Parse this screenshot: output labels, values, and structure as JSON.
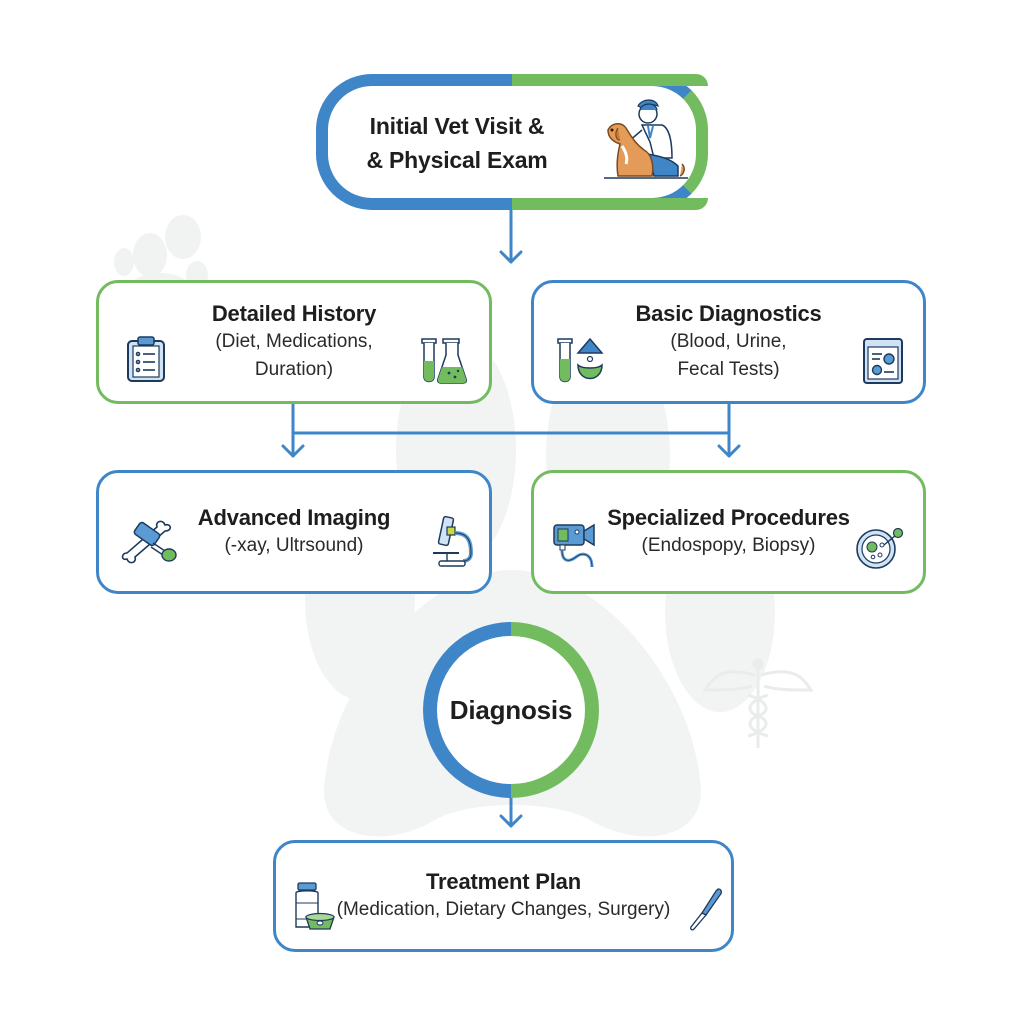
{
  "colors": {
    "blue": "#3f86c8",
    "green": "#72bb5f",
    "watermark": "#f1f2f2",
    "dog": "#e49b5a"
  },
  "background": {
    "paw_watermarks": [
      "paw-print-small",
      "paw-print-large"
    ],
    "caduceus": "caduceus-watermark"
  },
  "nodes": {
    "start": {
      "title_line1": "Initial Vet Visit &",
      "title_line2": "& Physical Exam",
      "icon": "vet-with-dog-icon"
    },
    "history": {
      "title": "Detailed History",
      "sub_line1": "(Diet, Medications,",
      "sub_line2": "Duration)",
      "icons": [
        "clipboard-icon",
        "test-tube-flask-icon"
      ]
    },
    "basic": {
      "title": "Basic Diagnostics",
      "sub_line1": "(Blood, Urine,",
      "sub_line2": "Fecal Tests)",
      "icons": [
        "tube-drop-sample-icon",
        "lab-report-icon"
      ]
    },
    "imaging": {
      "title": "Advanced Imaging",
      "sub": "(-xay, Ultrsound)",
      "icons": [
        "bone-xray-icon",
        "microscope-icon"
      ]
    },
    "special": {
      "title": "Specialized Procedures",
      "sub": "(Endospopy, Biopsy)",
      "icons": [
        "endoscope-camera-icon",
        "petri-dish-icon"
      ]
    },
    "diagnosis": {
      "title": "Diagnosis"
    },
    "treatment": {
      "title": "Treatment Plan",
      "sub": "(Medication, Dietary Changes, Surgery)",
      "icons": [
        "medicine-bottle-bowl-icon",
        "scalpel-icon"
      ]
    }
  },
  "edges": [
    {
      "from": "start",
      "to": "history-basic-split"
    },
    {
      "from": "history",
      "to": "imaging"
    },
    {
      "from": "basic",
      "to": "special"
    },
    {
      "from": "diagnosis",
      "to": "treatment"
    }
  ]
}
